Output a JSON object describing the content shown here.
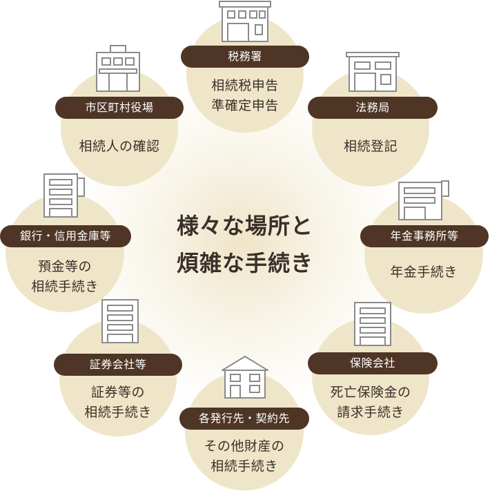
{
  "center": {
    "line1": "様々な場所と",
    "line2": "煩雑な手続き"
  },
  "nodes": {
    "tax_office": {
      "label": "税務署",
      "line1": "相続税申告",
      "line2": "準確定申告",
      "icon": "office-building-icon"
    },
    "legal_affairs": {
      "label": "法務局",
      "line1": "相続登記",
      "icon": "government-building-icon"
    },
    "pension_office": {
      "label": "年金事務所等",
      "line1": "年金手続き",
      "icon": "office-building-icon"
    },
    "insurance": {
      "label": "保険会社",
      "line1": "死亡保険金の",
      "line2": "請求手続き",
      "icon": "tall-building-icon"
    },
    "business_partners": {
      "label": "各発行先・契約先",
      "line1": "その他財産の",
      "line2": "相続手続き",
      "icon": "house-icon"
    },
    "securities": {
      "label": "証券会社等",
      "line1": "証券等の",
      "line2": "相続手続き",
      "icon": "tall-building-icon"
    },
    "banks": {
      "label": "銀行・信用金庫等",
      "line1": "預金等の",
      "line2": "相続手続き",
      "icon": "bank-building-icon"
    },
    "city_hall": {
      "label": "市区町村役場",
      "line1": "相続人の確認",
      "icon": "city-hall-icon"
    }
  },
  "colors": {
    "pill": "#4e3526",
    "circle": "#efe6c9",
    "text": "#3a3028",
    "icon_stroke": "#8a8a8a"
  }
}
